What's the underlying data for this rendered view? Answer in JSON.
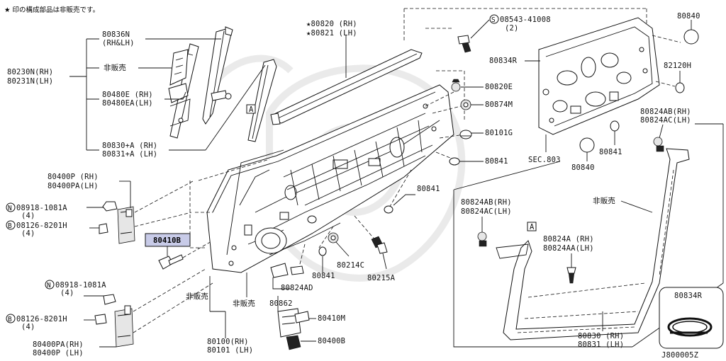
{
  "note": "★ 印の構成部品は非販売です。",
  "code": "J800005Z",
  "labels": {
    "l80836n": "80836N",
    "l80836n_sub": "(RH&LH)",
    "l80230n": "80230N(RH)",
    "l80231n": "80231N(LH)",
    "hihanbai": "非販売",
    "l80480e": "80480E (RH)",
    "l80480ea": "80480EA(LH)",
    "l80830a": "80830+A (RH)",
    "l80831a": "80831+A (LH)",
    "l80400p": "80400P  (RH)",
    "l80400pa": "80400PA(LH)",
    "l08918a": "08918-1081A",
    "qty4": "(4)",
    "l08126": "08126-8201H",
    "l80410b": "80410B",
    "l08918b": "08918-1081A",
    "l08126b": "08126-8201H",
    "l80400pa_rh": "80400PA(RH)",
    "l80400p_lh": "80400P (LH)",
    "l80820": "★80820 (RH)",
    "l80821": "★80821 (LH)",
    "l08543": "08543-41008",
    "qty2": "(2)",
    "l80820e": "80820E",
    "l80874m": "80874M",
    "l80101g": "80101G",
    "l80841a": "80841",
    "l80841b": "80841",
    "l80841c": "80841",
    "l80841d": "80841",
    "l80214c": "80214C",
    "l80215a": "80215A",
    "l80824ad": "80824AD",
    "l80862": "80862",
    "l80410m": "80410M",
    "l80400b": "80400B",
    "l80100": "80100(RH)",
    "l80101": "80101 (LH)",
    "hihanbai2": "非販売",
    "hihanbai3": "非販売",
    "l80840a": "80840",
    "l80834r": "80834R",
    "l82120h": "82120H",
    "l80824ab": "80824AB(RH)",
    "l80824ac": "80824AC(LH)",
    "sec803": "SEC.803",
    "l80840b": "80840",
    "l80824ab2": "80824AB(RH)",
    "l80824ac2": "80824AC(LH)",
    "hihanbai4": "非販売",
    "l80824a": "80824A (RH)",
    "l80824aa": "80824AA(LH)",
    "l80830": "80830 (RH)",
    "l80831": "80831 (LH)",
    "l80834r_inset": "80834R",
    "ref_a": "A",
    "circle_n": "N",
    "circle_b": "B",
    "circle_s": "S"
  },
  "colors": {
    "highlight": "#c8cbe8",
    "line": "#111111"
  }
}
